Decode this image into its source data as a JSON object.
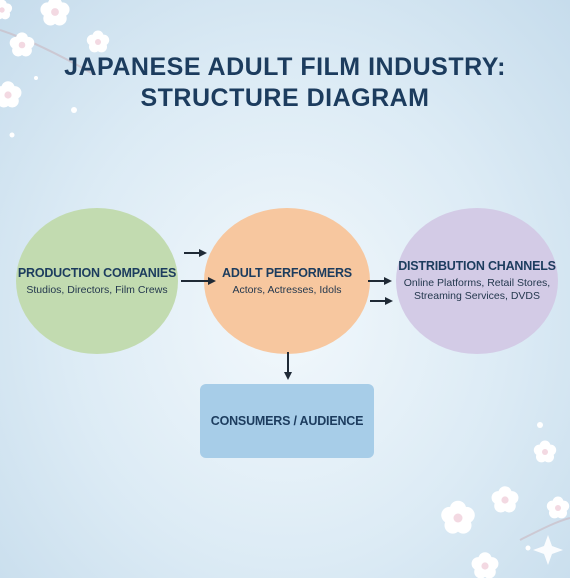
{
  "title": {
    "line1": "JAPANESE ADULT FILM INDUSTRY:",
    "line2": "STRUCTURE DIAGRAM"
  },
  "nodes": {
    "production": {
      "title": "PRODUCTION COMPANIES",
      "subtitle": "Studios, Directors, Film Crews",
      "color": "#c2dbb0"
    },
    "performers": {
      "title": "ADULT PERFORMERS",
      "subtitle": "Actors, Actresses, Idols",
      "color": "#f7c79f"
    },
    "distribution": {
      "title": "DISTRIBUTION CHANNELS",
      "subtitle_line1": "Online Platforms, Retail Stores,",
      "subtitle_line2": "Streaming Services, DVDS",
      "color": "#d3cbe6"
    },
    "consumers": {
      "title": "CONSUMERS / AUDIENCE",
      "color": "#a7cde8"
    }
  },
  "edges": [
    {
      "from": "production",
      "to": "performers"
    },
    {
      "from": "performers",
      "to": "distribution"
    },
    {
      "from": "performers",
      "to": "consumers"
    }
  ],
  "colors": {
    "title": "#1c3c5e",
    "arrow": "#1f2a36",
    "background": "#dcebf5"
  }
}
